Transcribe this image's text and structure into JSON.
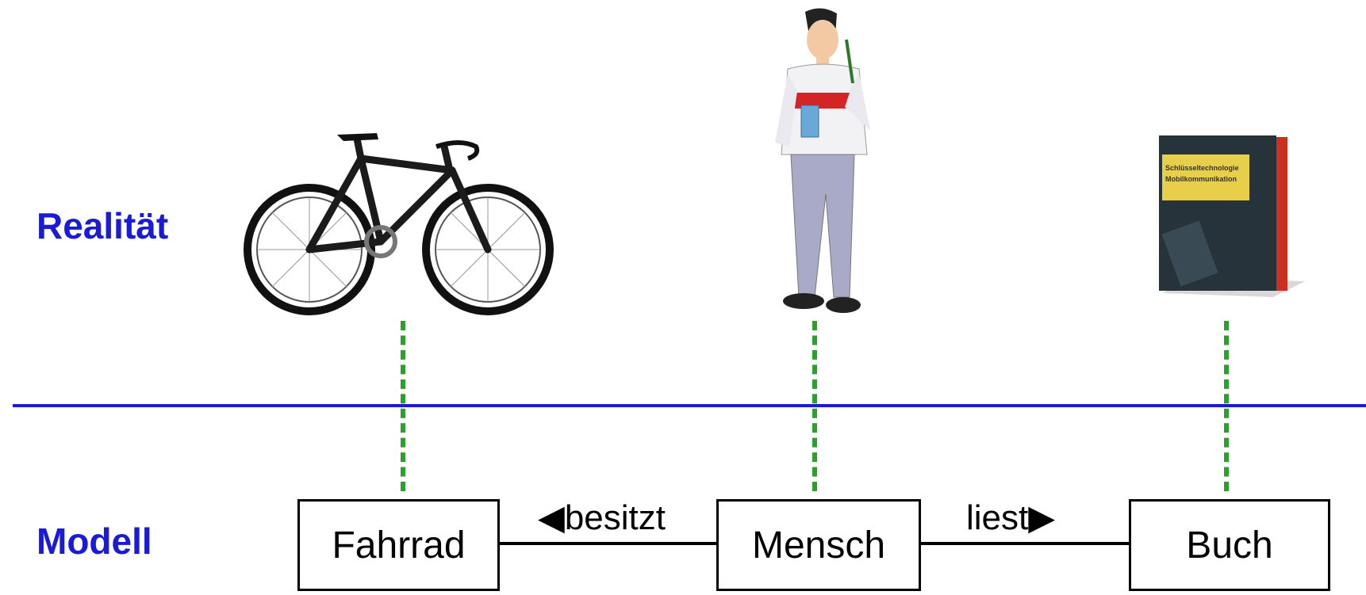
{
  "layers": {
    "reality": "Realität",
    "model": "Modell"
  },
  "classes": [
    {
      "name": "Fahrrad"
    },
    {
      "name": "Mensch"
    },
    {
      "name": "Buch"
    }
  ],
  "associations": [
    {
      "label": "◀besitzt"
    },
    {
      "label": "liest▶"
    }
  ],
  "images": {
    "bicycle": "bicycle-illustration",
    "person": "person-illustration",
    "book": "book-illustration"
  },
  "book_cover": {
    "title_line1": "Schlüsseltechnologie",
    "title_line2": "Mobilkommunikation"
  },
  "colors": {
    "layer_label": "#1a1ad9",
    "divider": "#1a1ad9",
    "trace_line": "#2ca02c",
    "box_border": "#000000"
  }
}
